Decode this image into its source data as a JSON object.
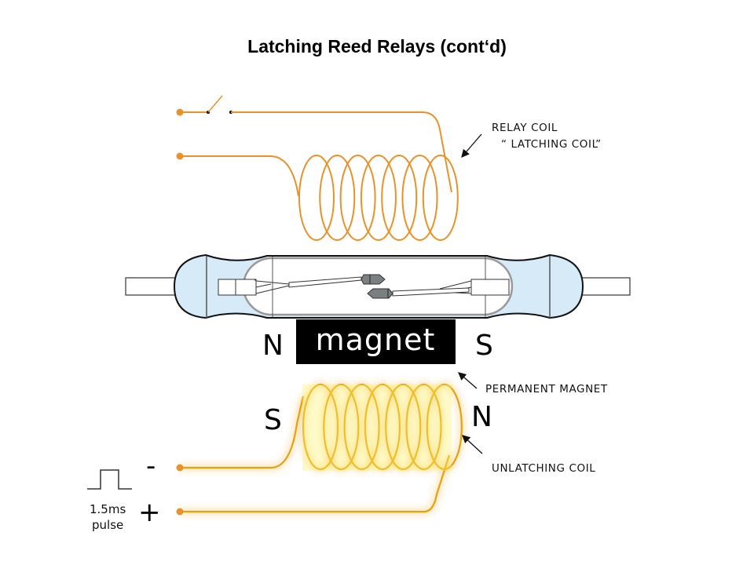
{
  "title": "Latching Reed Relays (cont‘d)",
  "labels": {
    "relay_coil_line1": "RELAY COIL",
    "relay_coil_line2": "“ LATCHING COIL”",
    "permanent_magnet": "PERMANENT MAGNET",
    "unlatching_coil": "UNLATCHING COIL"
  },
  "magnet": {
    "text": "magnet",
    "left_pole": "N",
    "right_pole": "S"
  },
  "unlatching_coil_poles": {
    "left_pole": "S",
    "right_pole": "N"
  },
  "terminals": {
    "negative": "-",
    "positive": "+"
  },
  "pulse": {
    "line1": "1.5ms",
    "line2": "pulse"
  },
  "colors": {
    "coil_orange": "#E8922A",
    "coil_glow": "#FFE600",
    "glass_fill": "#D6EAF8",
    "magnet_fill": "#000000",
    "reed_contact": "#7A7F82"
  }
}
